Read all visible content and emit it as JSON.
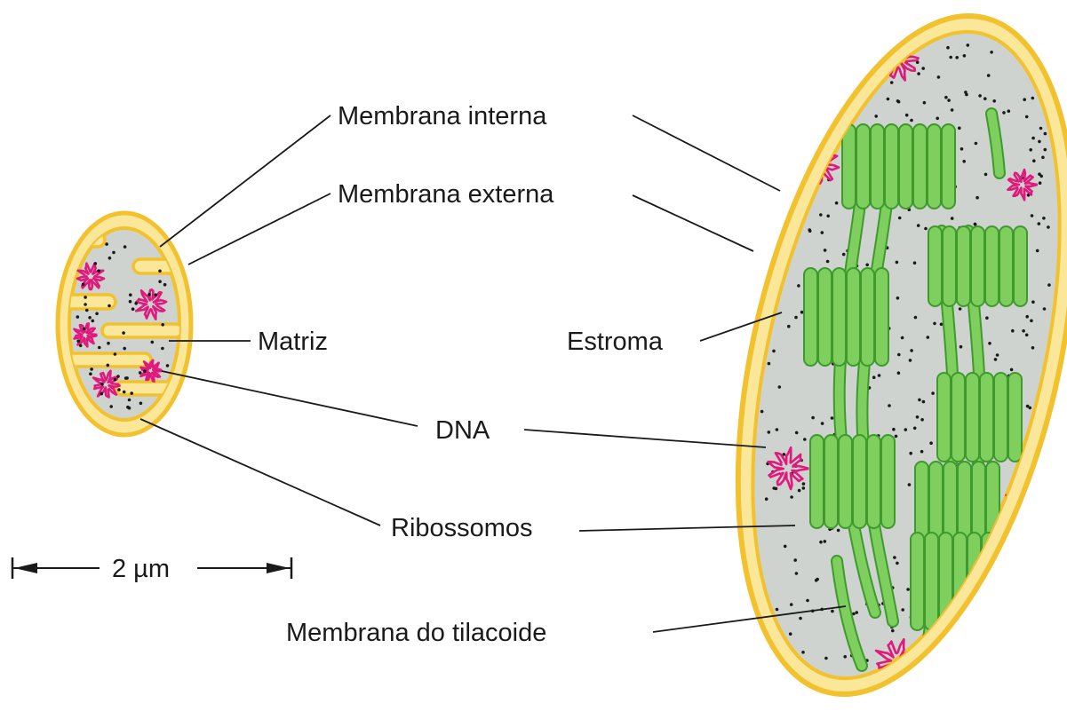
{
  "labels": {
    "membrana_interna": "Membrana interna",
    "membrana_externa": "Membrana externa",
    "matriz": "Matriz",
    "estroma": "Estroma",
    "dna": "DNA",
    "ribossomos": "Ribossomos",
    "membrana_tilacoide": "Membrana do tilacoide"
  },
  "scale_bar": {
    "label": "2 µm"
  },
  "colors": {
    "outer_membrane": "#f2c12e",
    "intermembrane": "#fbe79a",
    "matrix": "#cfd3d0",
    "thylakoid_fill": "#7fcf5f",
    "thylakoid_stroke": "#3f9a2e",
    "dna": "#e0197d",
    "ribosome": "#1a1a1a"
  }
}
